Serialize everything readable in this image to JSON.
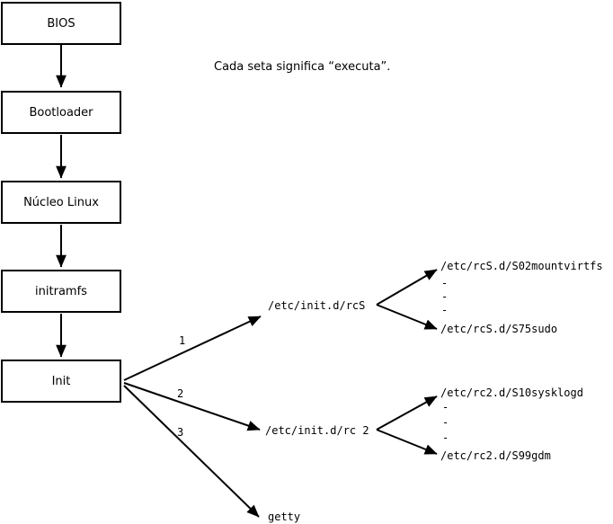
{
  "colors": {
    "ink": "#000000",
    "background": "#ffffff"
  },
  "note": "Cada seta significa “executa”.",
  "flow_boxes": {
    "bios": "BIOS",
    "bootloader": "Bootloader",
    "kernel": "Núcleo Linux",
    "initramfs": "initramfs",
    "init": "Init"
  },
  "branch_labels": {
    "b1": "1",
    "b2": "2",
    "b3": "3"
  },
  "targets": {
    "rcs": "/etc/init.d/rcS",
    "rc2": "/etc/init.d/rc 2",
    "getty": "getty"
  },
  "scripts": {
    "rcs_first": "/etc/rcS.d/S02mountvirtfs",
    "rcs_last": "/etc/rcS.d/S75sudo",
    "rc2_first": "/etc/rc2.d/S10sysklogd",
    "rc2_last": "/etc/rc2.d/S99gdm"
  },
  "dash": "-"
}
